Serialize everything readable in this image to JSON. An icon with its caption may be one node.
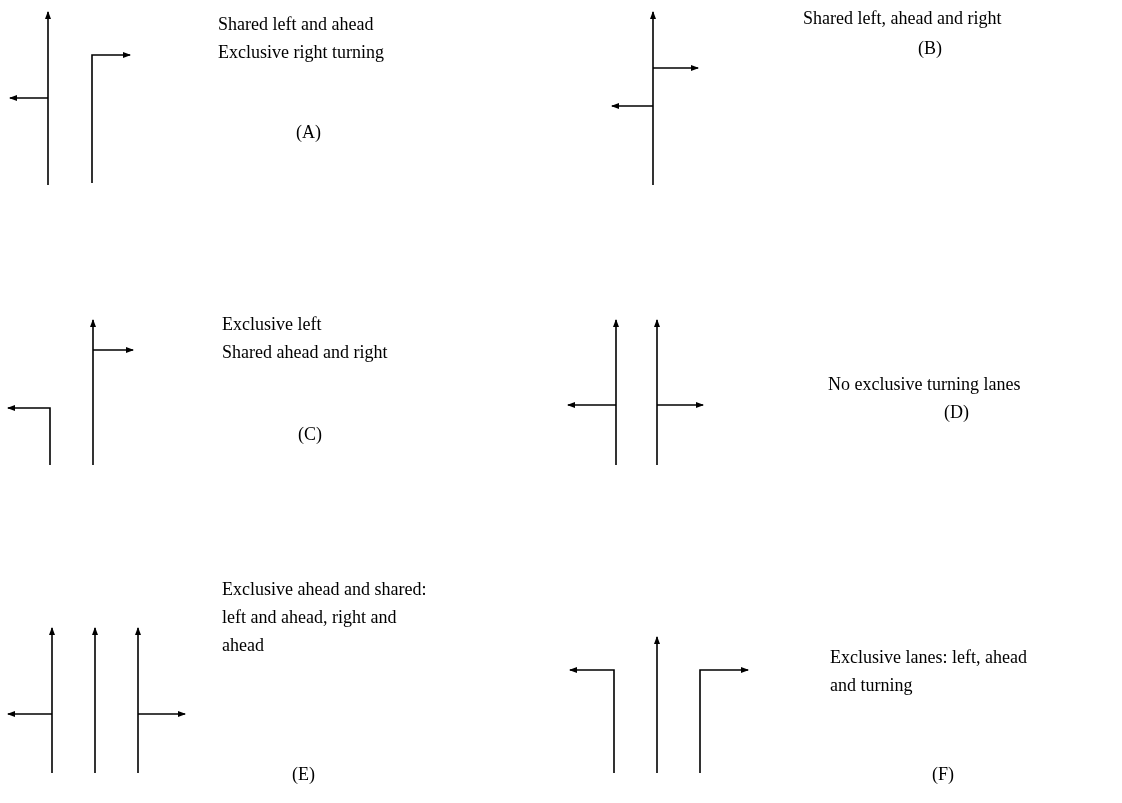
{
  "diagram": {
    "labels": [
      "Shared left and ahead",
      "Exclusive right turning",
      "(A)",
      "Shared left, ahead and right",
      "(B)",
      "Exclusive left",
      "Shared ahead and right",
      "(C)",
      "No exclusive turning lanes",
      "(D)",
      "Exclusive ahead and shared: left and ahead, right and ahead",
      "(E)",
      "Exclusive lanes: left, ahead and turning",
      "(F)"
    ]
  }
}
